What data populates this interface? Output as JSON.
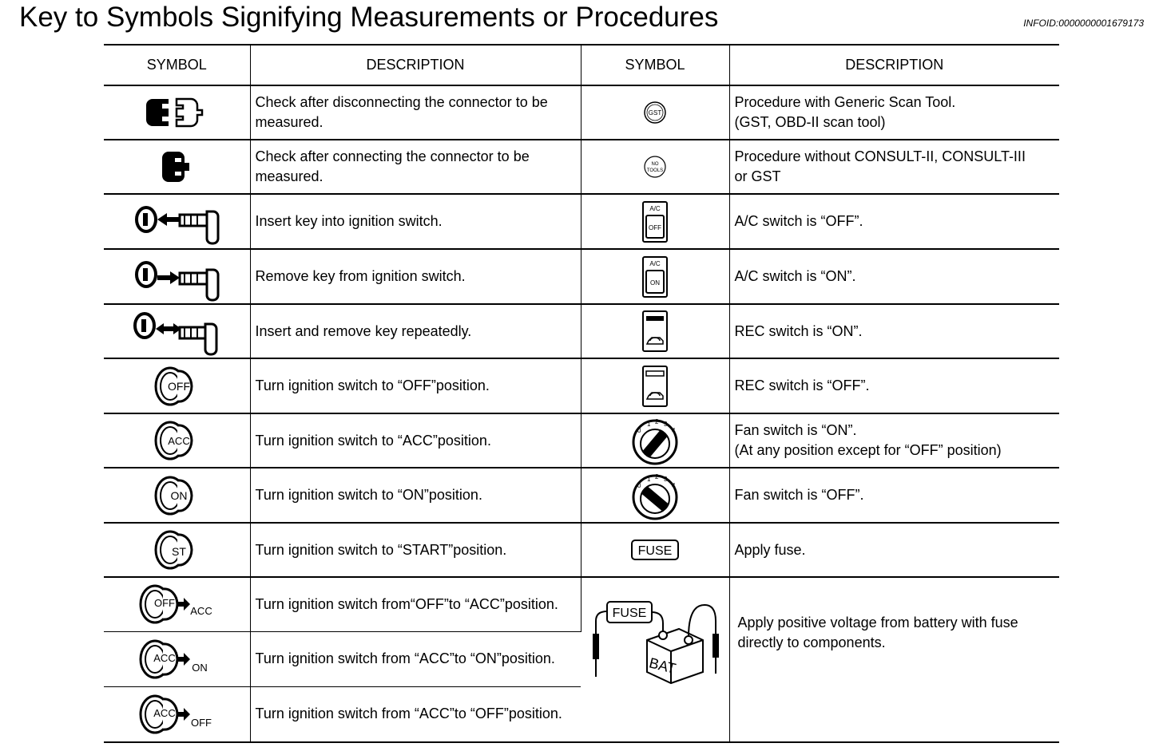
{
  "header": {
    "title": "Key to Symbols Signifying Measurements or Procedures",
    "info_id": "INFOID:0000000001679173"
  },
  "table": {
    "headers": [
      "SYMBOL",
      "DESCRIPTION",
      "SYMBOL",
      "DESCRIPTION"
    ],
    "left_rows": [
      {
        "icon": "connector-disconnected-icon",
        "lines": [
          "Check after disconnecting the connector to be",
          "measured."
        ]
      },
      {
        "icon": "connector-connected-icon",
        "lines": [
          "Check after connecting the connector to be",
          "measured."
        ]
      },
      {
        "icon": "key-insert-icon",
        "lines": [
          "Insert key into ignition switch."
        ]
      },
      {
        "icon": "key-remove-icon",
        "lines": [
          "Remove key from ignition switch."
        ]
      },
      {
        "icon": "key-insert-remove-icon",
        "lines": [
          "Insert and remove key repeatedly."
        ]
      },
      {
        "icon": "ignition-off-icon",
        "label": "OFF",
        "lines": [
          "Turn ignition switch to “OFF”position."
        ]
      },
      {
        "icon": "ignition-acc-icon",
        "label": "ACC",
        "lines": [
          "Turn ignition switch to “ACC”position."
        ]
      },
      {
        "icon": "ignition-on-icon",
        "label": "ON",
        "lines": [
          "Turn ignition switch to “ON”position."
        ]
      },
      {
        "icon": "ignition-start-icon",
        "label": "ST",
        "lines": [
          "Turn ignition switch to “START”position."
        ]
      },
      {
        "icon": "ignition-off-to-acc-icon",
        "label": "OFF",
        "label2": "ACC",
        "lines": [
          "Turn ignition switch from“OFF”to “ACC”position."
        ]
      },
      {
        "icon": "ignition-acc-to-on-icon",
        "label": "ACC",
        "label2": "ON",
        "lines": [
          "Turn ignition switch from “ACC”to “ON”position."
        ]
      },
      {
        "icon": "ignition-acc-to-off-icon",
        "label": "ACC",
        "label2": "OFF",
        "lines": [
          "Turn ignition switch from “ACC”to “OFF”position."
        ]
      }
    ],
    "right_rows": [
      {
        "icon": "gst-icon",
        "label": "GST",
        "lines": [
          "Procedure with Generic Scan Tool.",
          "(GST, OBD-II scan tool)"
        ]
      },
      {
        "icon": "no-tools-icon",
        "label": "NO",
        "label2": "TOOLS",
        "lines": [
          "Procedure without CONSULT-II, CONSULT-III",
          "or GST"
        ]
      },
      {
        "icon": "ac-off-icon",
        "label": "A/C",
        "label2": "OFF",
        "lines": [
          "A/C switch is “OFF”."
        ]
      },
      {
        "icon": "ac-on-icon",
        "label": "A/C",
        "label2": "ON",
        "lines": [
          "A/C switch is “ON”."
        ]
      },
      {
        "icon": "rec-on-icon",
        "lines": [
          "REC switch is “ON”."
        ]
      },
      {
        "icon": "rec-off-icon",
        "lines": [
          "REC switch is “OFF”."
        ]
      },
      {
        "icon": "fan-on-icon",
        "lines": [
          "Fan switch is “ON”.",
          "(At any position except for “OFF” position)"
        ]
      },
      {
        "icon": "fan-off-icon",
        "lines": [
          "Fan switch is “OFF”."
        ]
      },
      {
        "icon": "fuse-icon",
        "label": "FUSE",
        "lines": [
          "Apply fuse."
        ]
      },
      {
        "icon": "battery-fuse-icon",
        "label": "FUSE",
        "label2": "BAT",
        "lines": [
          "Apply positive voltage from battery with fuse",
          "directly to components."
        ]
      }
    ]
  }
}
